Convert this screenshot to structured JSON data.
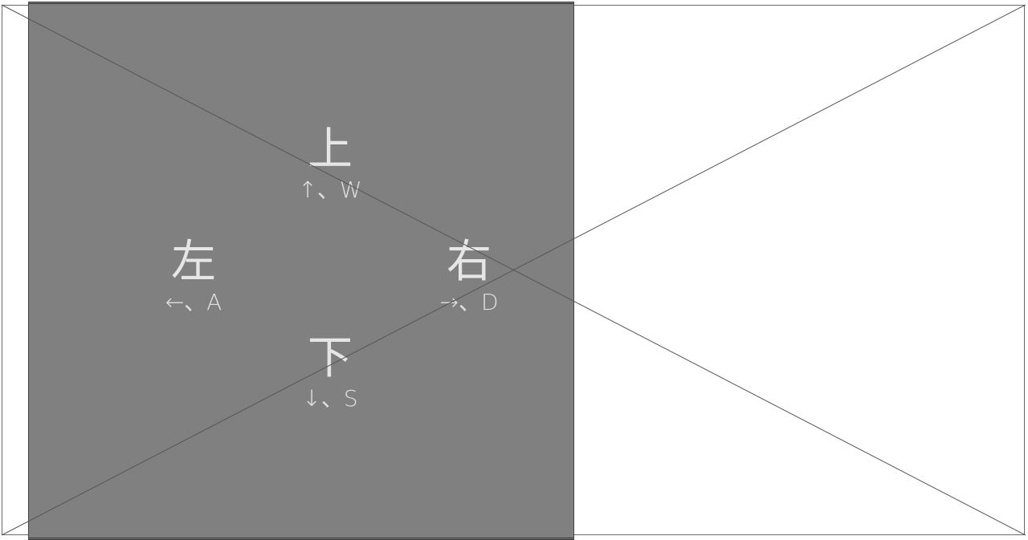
{
  "controls": {
    "up": {
      "label": "上",
      "keys": "↑、W",
      "icon": "arrow-up-icon"
    },
    "left": {
      "label": "左",
      "keys": "←、A",
      "icon": "arrow-left-icon"
    },
    "right": {
      "label": "右",
      "keys": "→、D",
      "icon": "arrow-right-icon"
    },
    "down": {
      "label": "下",
      "keys": "↓、S",
      "icon": "arrow-down-icon"
    }
  },
  "colors": {
    "panel": "#808080",
    "text": "#e6e6e6",
    "line": "#555555"
  }
}
